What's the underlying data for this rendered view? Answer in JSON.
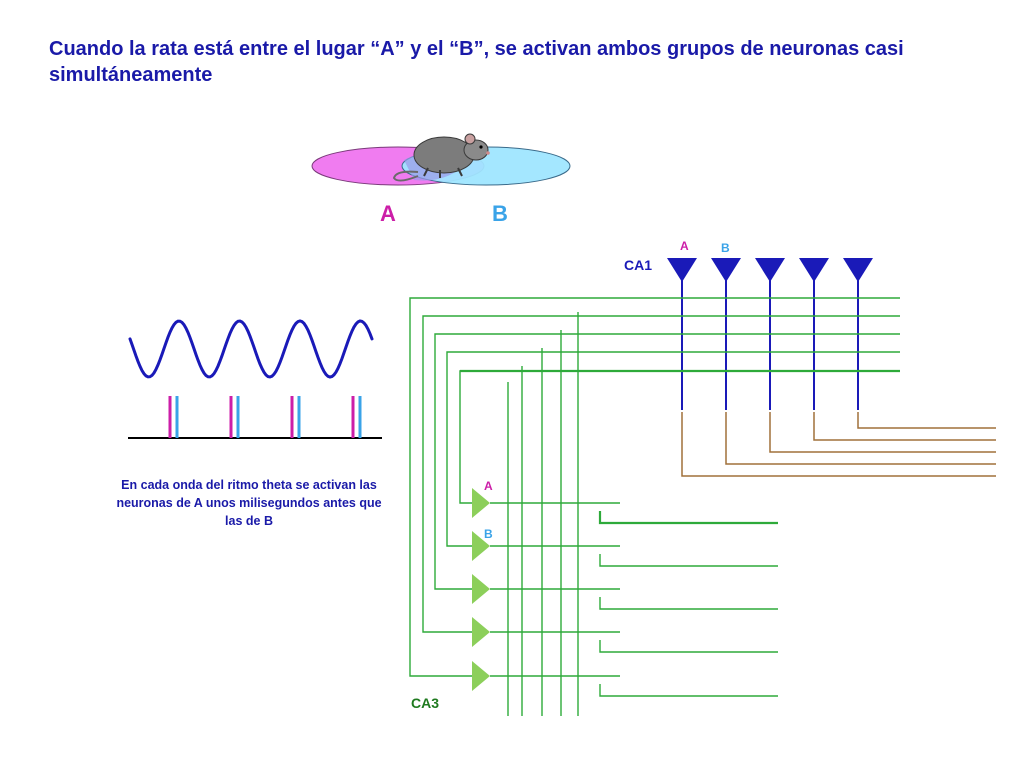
{
  "title": "Cuando la rata está entre el lugar “A” y el “B”, se activan ambos grupos de neuronas casi simultáneamente",
  "place_labels": {
    "a": "A",
    "b": "B"
  },
  "ca1": {
    "label": "CA1",
    "label_a": "A",
    "label_b": "B"
  },
  "ca3": {
    "label": "CA3",
    "label_a": "A",
    "label_b": "B"
  },
  "caption": "En cada onda del ritmo theta se activan las neuronas de A unos milisegundos antes que las de B",
  "icons": {
    "rat": "rat-icon",
    "place_field_a": "place-field-a-icon",
    "place_field_b": "place-field-b-icon",
    "pyramidal_neuron": "pyramidal-neuron-icon"
  },
  "colors": {
    "title_text": "#1a1aa8",
    "place_a": "#f07cf0",
    "place_b": "#9fe6ff",
    "label_a": "#cc1ea8",
    "label_b": "#3aa3e8",
    "theta_wave": "#1a1ab8",
    "ca1_neuron": "#1a1ab8",
    "ca3_neuron": "#8ccf5a",
    "green_fiber": "#2eaa3a",
    "brown_fiber": "#a0703a",
    "ca1_label": "#1a1ab8",
    "ca3_label": "#1f7a1f"
  }
}
